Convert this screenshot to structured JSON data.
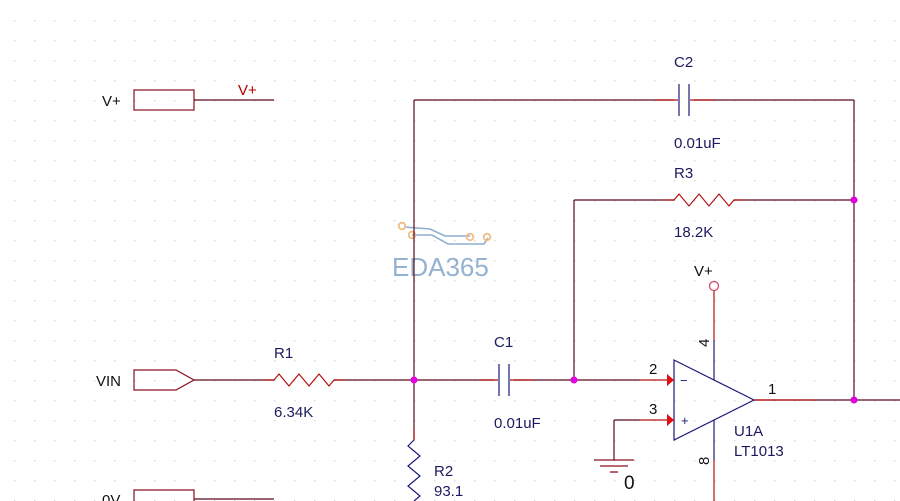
{
  "ports": {
    "vplus": {
      "label": "V+",
      "net_label": "V+"
    },
    "vin": {
      "label": "VIN"
    },
    "zero_v": {
      "label": "0V"
    }
  },
  "components": {
    "r1": {
      "ref": "R1",
      "value": "6.34K"
    },
    "r2": {
      "ref": "R2",
      "value": "93.1"
    },
    "r3": {
      "ref": "R3",
      "value": "18.2K"
    },
    "c1": {
      "ref": "C1",
      "value": "0.01uF"
    },
    "c2": {
      "ref": "C2",
      "value": "0.01uF"
    },
    "u1": {
      "ref": "U1A",
      "part": "LT1013",
      "pin_inv": "2",
      "pin_noninv": "3",
      "pin_out": "1",
      "pin_vpos": "4",
      "pin_vneg": "8",
      "minus_sign": "−",
      "plus_sign": "+"
    },
    "vcc": {
      "label": "V+"
    },
    "gnd": {
      "label": "0"
    }
  },
  "watermark": {
    "text": "EDA365"
  },
  "colors": {
    "wire": "#5a0a1a",
    "pin": "#b01010",
    "symbol": "#1a1a7a",
    "junction": "#e000e0",
    "grid": "#d8d8d8"
  }
}
